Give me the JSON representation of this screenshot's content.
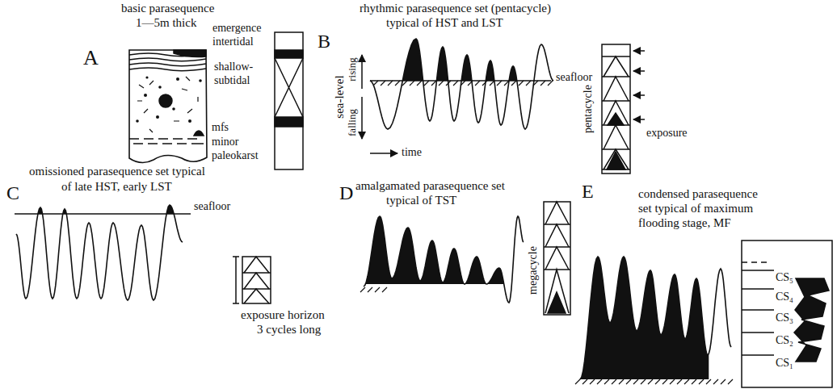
{
  "diagram": {
    "labels": [
      "A",
      "basic parasequence",
      "1—5m thick",
      "emergence",
      "intertidal",
      "shallow-",
      "subtidal",
      "mfs",
      "minor",
      "paleokarst",
      "B",
      "rhythmic parasequence set (pentacycle)",
      "typical of HST and LST",
      "sea-level",
      "rising",
      "falling",
      "time",
      "seafloor",
      "pentacycle",
      "exposure",
      "C",
      "omissioned parasequence set typical",
      "of late HST, early LST",
      "seafloor",
      "exposure horizon",
      "3 cycles long",
      "D",
      "amalgamated parasequence set",
      "typical of TST",
      "megacycle",
      "E",
      "condensed parasequence",
      "set typical of maximum",
      "flooding stage, MF",
      "CS₅",
      "CS₄",
      "CS₃",
      "CS₂",
      "CS₁"
    ]
  }
}
